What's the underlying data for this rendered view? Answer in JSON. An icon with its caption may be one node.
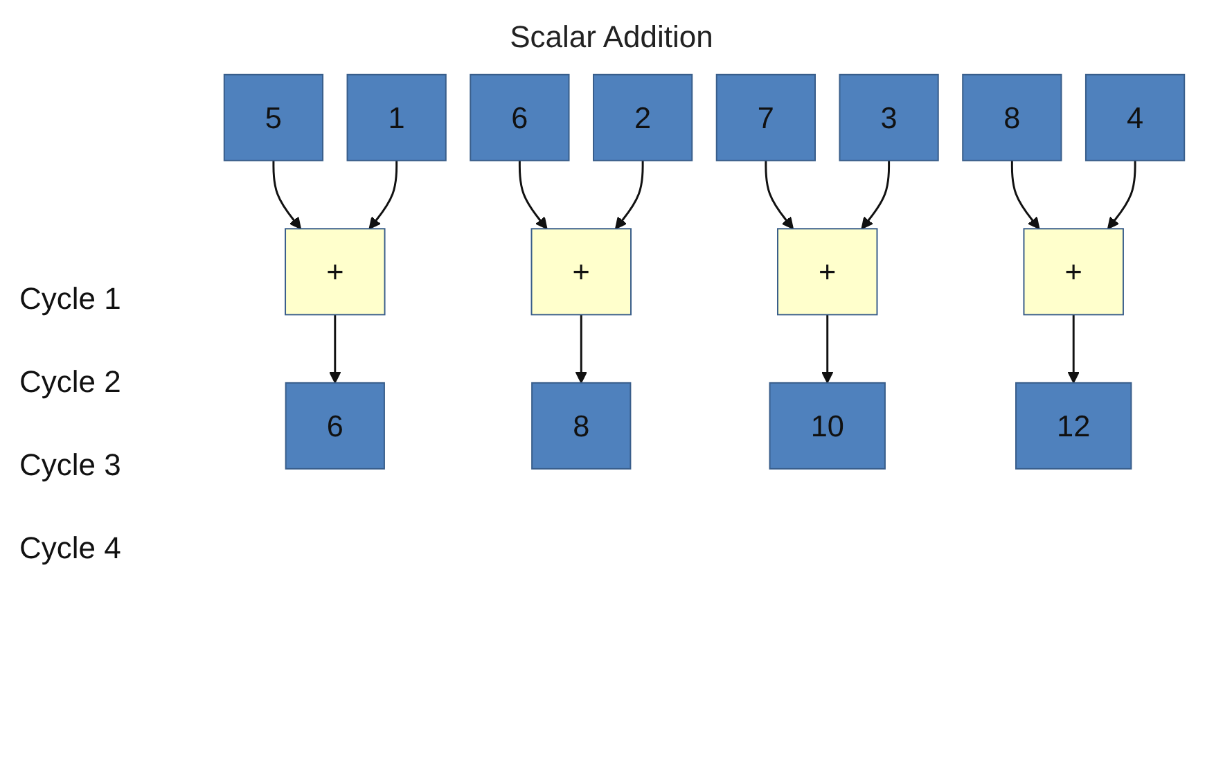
{
  "diagram": {
    "title": "Scalar Addition",
    "nodes": [
      {
        "text": [
          "5"
        ]
      },
      {
        "text": [
          "6"
        ]
      },
      {
        "text": [
          "7"
        ]
      },
      {
        "text": [
          "8"
        ]
      },
      {
        "text": [
          "1"
        ]
      },
      {
        "text": [
          "2"
        ]
      },
      {
        "text": [
          "3"
        ]
      },
      {
        "text": [
          "4"
        ]
      },
      {
        "text": [
          "+"
        ]
      },
      {
        "text": [
          "+"
        ]
      },
      {
        "text": [
          "+"
        ]
      },
      {
        "text": [
          "+"
        ]
      },
      {
        "text": [
          "6"
        ]
      },
      {
        "text": [
          "8"
        ]
      },
      {
        "text": [
          "10"
        ]
      },
      {
        "text": [
          "12"
        ]
      }
    ],
    "edges": [
      {
        "from": 0,
        "to": 8,
        "arrow": "to"
      },
      {
        "from": 4,
        "to": 8,
        "arrow": "to"
      },
      {
        "from": 1,
        "to": 9,
        "arrow": "to"
      },
      {
        "from": 5,
        "to": 9,
        "arrow": "to"
      },
      {
        "from": 2,
        "to": 10,
        "arrow": "to"
      },
      {
        "from": 6,
        "to": 10,
        "arrow": "to"
      },
      {
        "from": 3,
        "to": 11,
        "arrow": "to"
      },
      {
        "from": 7,
        "to": 11,
        "arrow": "to"
      },
      {
        "from": 8,
        "to": 12,
        "arrow": "to"
      },
      {
        "from": 9,
        "to": 13,
        "arrow": "to"
      },
      {
        "from": 10,
        "to": 14,
        "arrow": "to"
      },
      {
        "from": 11,
        "to": 15,
        "arrow": "to"
      }
    ],
    "labels": [
      "Cycle 1",
      "Cycle 2",
      "Cycle 3",
      "Cycle 4"
    ]
  }
}
